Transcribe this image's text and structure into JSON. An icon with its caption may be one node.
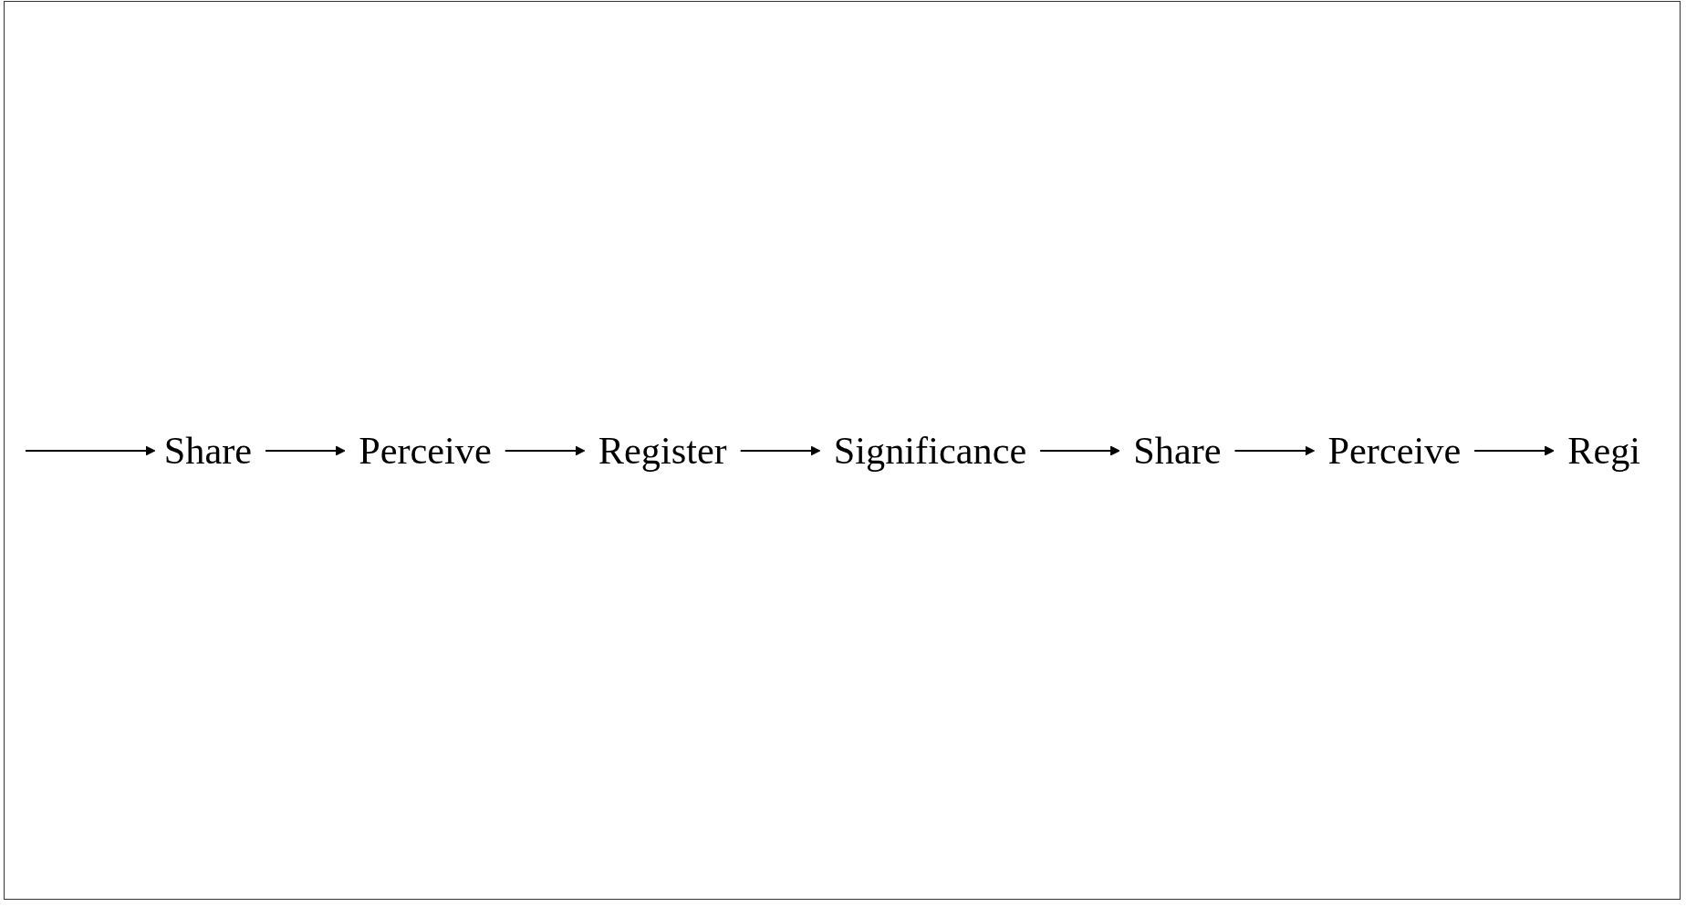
{
  "diagram": {
    "nodes": [
      {
        "text": [
          "Share"
        ]
      },
      {
        "text": [
          "Perceive"
        ]
      },
      {
        "text": [
          "Register"
        ]
      },
      {
        "text": [
          "Significance"
        ]
      },
      {
        "text": [
          "Share"
        ]
      },
      {
        "text": [
          "Perceive"
        ]
      },
      {
        "text": [
          "Regi"
        ]
      }
    ],
    "edges": [
      {
        "from": null,
        "to": 0,
        "arrow": "to"
      },
      {
        "from": 0,
        "to": 1,
        "arrow": "to"
      },
      {
        "from": 1,
        "to": 2,
        "arrow": "to"
      },
      {
        "from": 2,
        "to": 3,
        "arrow": "to"
      },
      {
        "from": 3,
        "to": 4,
        "arrow": "to"
      },
      {
        "from": 4,
        "to": 5,
        "arrow": "to"
      },
      {
        "from": 5,
        "to": 6,
        "arrow": "to"
      }
    ]
  }
}
